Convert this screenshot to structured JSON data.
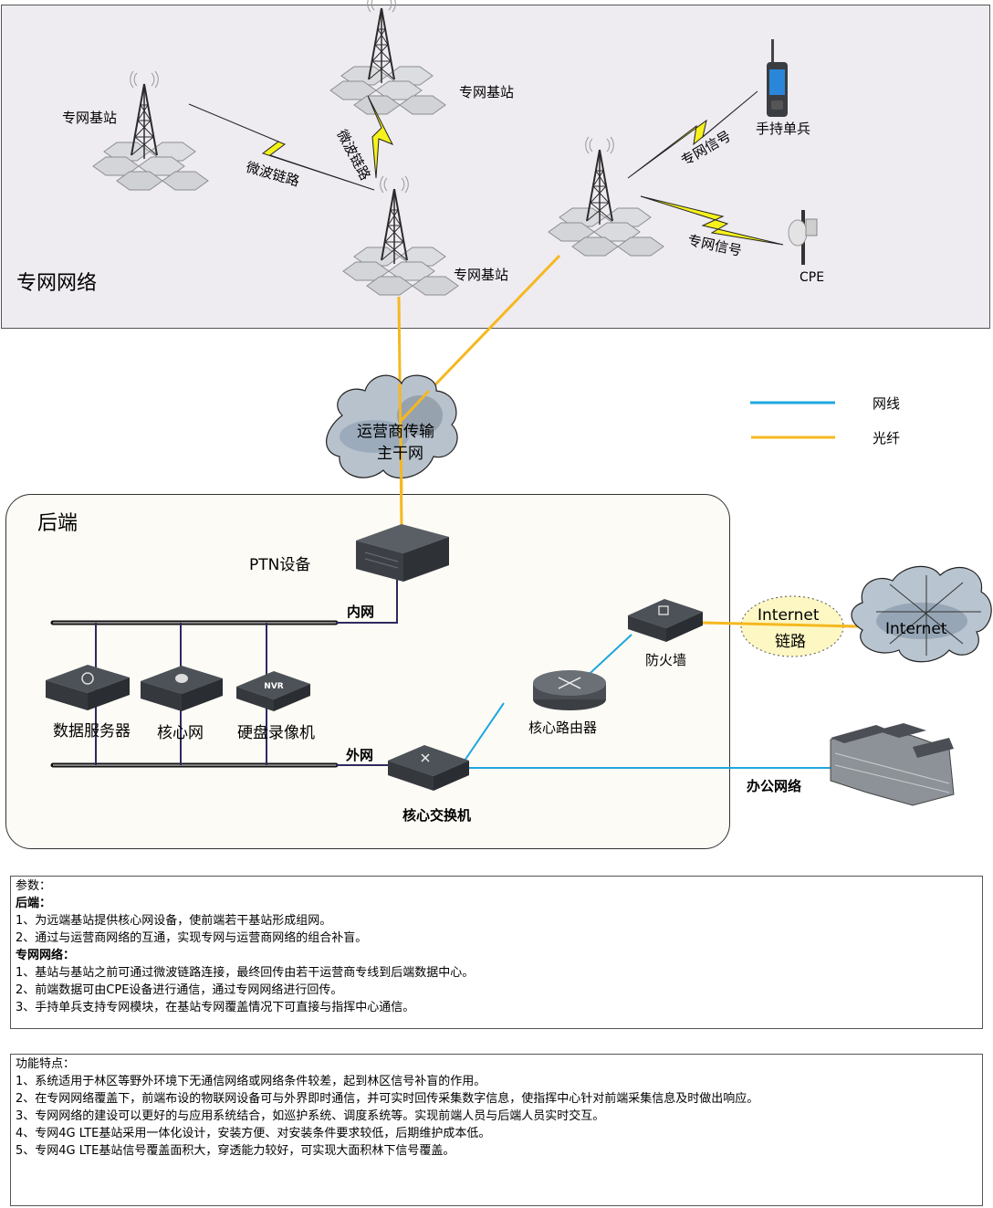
{
  "private_network": {
    "title": "专网网络",
    "base_station_labels": [
      "专网基站",
      "专网基站",
      "专网基站"
    ],
    "microwave_link_labels": [
      "微波链路",
      "微波链路"
    ],
    "signal_labels": [
      "专网信号",
      "专网信号"
    ],
    "handheld_label": "手持单兵",
    "cpe_label": "CPE"
  },
  "carrier_cloud": {
    "line1": "运营商传输",
    "line2": "主干网"
  },
  "legend": {
    "items": [
      {
        "label": "网线",
        "color": "#1ea7df"
      },
      {
        "label": "光纤",
        "color": "#f5b820"
      }
    ]
  },
  "backend": {
    "title": "后端",
    "ptn_label": "PTN设备",
    "intranet_label": "内网",
    "extranet_label": "外网",
    "devices": [
      {
        "label": "数据服务器",
        "icon": "data-server-icon"
      },
      {
        "label": "核心网",
        "icon": "core-network-icon"
      },
      {
        "label": "硬盘录像机",
        "icon": "nvr-icon",
        "badge": "NVR"
      }
    ],
    "core_switch_label": "核心交换机",
    "core_router_label": "核心路由器",
    "firewall_label": "防火墙"
  },
  "external": {
    "internet_link_line1": "Internet",
    "internet_link_line2": "链路",
    "internet_cloud_label": "Internet",
    "office_network_label": "办公网络"
  },
  "params_box": {
    "heading": "参数：",
    "sections": [
      {
        "title": "后端：",
        "items": [
          "1、为远端基站提供核心网设备，使前端若干基站形成组网。",
          "2、通过与运营商网络的互通，实现专网与运营商网络的组合补盲。"
        ]
      },
      {
        "title": "专网网络：",
        "items": [
          "1、基站与基站之前可通过微波链路连接，最终回传由若干运营商专线到后端数据中心。",
          "2、前端数据可由CPE设备进行通信，通过专网网络进行回传。",
          "3、手持单兵支持专网模块，在基站专网覆盖情况下可直接与指挥中心通信。"
        ]
      }
    ]
  },
  "features_box": {
    "heading": "功能特点：",
    "items": [
      "1、系统适用于林区等野外环境下无通信网络或网络条件较差，起到林区信号补盲的作用。",
      "2、在专网网络覆盖下，前端布设的物联网设备可与外界即时通信，并可实时回传采集数字信息，使指挥中心针对前端采集信息及时做出响应。",
      "3、专网网络的建设可以更好的与应用系统结合，如巡护系统、调度系统等。实现前端人员与后端人员实时交互。",
      "4、专网4G LTE基站采用一体化设计，安装方便、对安装条件要求较低，后期维护成本低。",
      "5、专网4G LTE基站信号覆盖面积大，穿透能力较好，可实现大面积林下信号覆盖。"
    ]
  },
  "colors": {
    "fiber": "#f5b820",
    "ethernet": "#1ea7df",
    "bus_line": "#2e2a5e",
    "lightning": "#f5f21c"
  }
}
